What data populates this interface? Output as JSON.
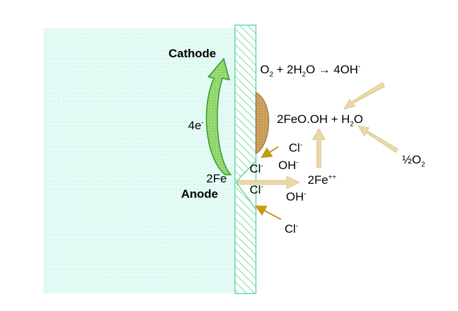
{
  "diagram": {
    "labels": {
      "cathode": "Cathode",
      "anode": "Anode",
      "electrons": "4e",
      "electrons_sup": "-",
      "anode_species": "2Fe",
      "reaction_cathode": {
        "o": "O",
        "o_sub": "2",
        "plus": " + 2H",
        "h_sub": "2",
        "o2": "O ",
        "arrow": "→",
        "product": " 4OH",
        "product_sup": "-"
      },
      "rust": {
        "main": "2FeO.OH + H",
        "h_sub": "2",
        "tail": "O"
      },
      "oxygen_half": "½O",
      "oxygen_half_sub": "2",
      "fe_ion": "2Fe",
      "fe_ion_sup": "++",
      "cl_ions": [
        {
          "text": "Cl",
          "sup": "-"
        },
        {
          "text": "Cl",
          "sup": "-"
        },
        {
          "text": "Cl",
          "sup": "-"
        },
        {
          "text": "Cl",
          "sup": "-"
        }
      ],
      "oh_ions": [
        {
          "text": "OH",
          "sup": "-"
        },
        {
          "text": "OH",
          "sup": "-"
        }
      ]
    },
    "colors": {
      "metal": "#e6fbf6",
      "grid": "#c9f0e8",
      "surface_edge": "#66dca7",
      "hatch": "#9fe6c2",
      "electron_arrow": "#8fd46a",
      "electron_arrow_edge": "#2f9a30",
      "ion_arrow": "#e8d6a4",
      "cl_arrow": "#c59a14",
      "rust": "#c79a55"
    }
  }
}
